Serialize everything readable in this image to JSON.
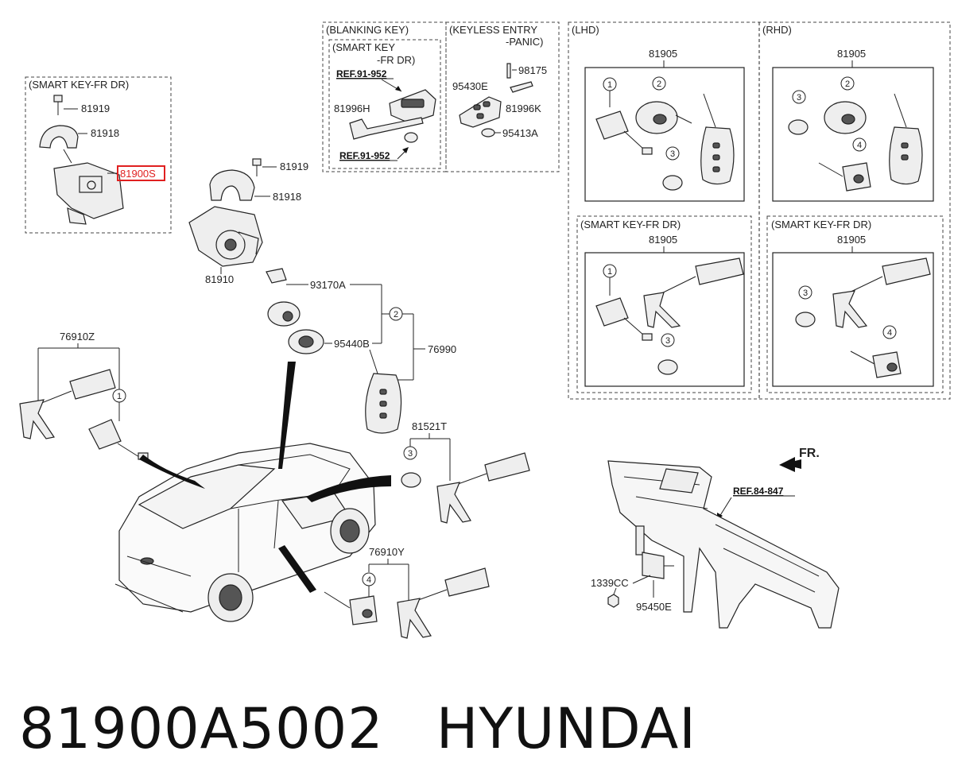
{
  "groups": {
    "smart_key_fr_dr_left": "(SMART KEY-FR DR)",
    "blanking_key": "(BLANKING KEY)",
    "blanking_smart_key": "(SMART KEY",
    "blanking_smart_key_2": "-FR DR)",
    "keyless_entry": "(KEYLESS ENTRY",
    "keyless_entry_2": "-PANIC)",
    "lhd": "(LHD)",
    "rhd": "(RHD)",
    "lhd_smart": "(SMART KEY-FR DR)",
    "rhd_smart": "(SMART KEY-FR DR)"
  },
  "parts": {
    "p81919_a": "81919",
    "p81918_a": "81918",
    "p81900s": "81900S",
    "p81919_b": "81919",
    "p81918_b": "81918",
    "p81910": "81910",
    "p93170a": "93170A",
    "p95440b": "95440B",
    "p76990": "76990",
    "p76910z": "76910Z",
    "p81521t": "81521T",
    "p76910y": "76910Y",
    "p98175": "98175",
    "p95430e": "95430E",
    "p81996k": "81996K",
    "p95413a": "95413A",
    "p81996h": "81996H",
    "p1339cc": "1339CC",
    "p95450e": "95450E",
    "lhd_81905": "81905",
    "rhd_81905": "81905",
    "lhd_smart_81905": "81905",
    "rhd_smart_81905": "81905"
  },
  "refs": {
    "ref_91952_a": "REF.91-952",
    "ref_91952_b": "REF.91-952",
    "ref_84847": "REF.84-847",
    "fr": "FR."
  },
  "callouts": {
    "c1": "1",
    "c2": "2",
    "c3": "3",
    "c4": "4"
  },
  "highlight_color": "#e02020",
  "footer": {
    "part_number": "81900A5002",
    "brand": "HYUNDAI"
  }
}
